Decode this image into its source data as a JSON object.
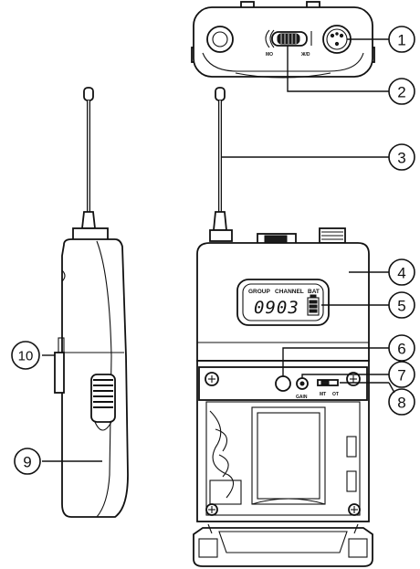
{
  "top_view": {
    "mic_label": "MO",
    "line_label": "Ж/D"
  },
  "display": {
    "group_label": "GROUP",
    "channel_label": "CHANNEL",
    "bat_label": "BAT",
    "readout": "0903"
  },
  "controls": {
    "gain_label": "GAIN",
    "mt_label": "MT",
    "ot_label": "OT"
  },
  "callouts": [
    "1",
    "2",
    "3",
    "4",
    "5",
    "6",
    "7",
    "8",
    "9",
    "10"
  ]
}
